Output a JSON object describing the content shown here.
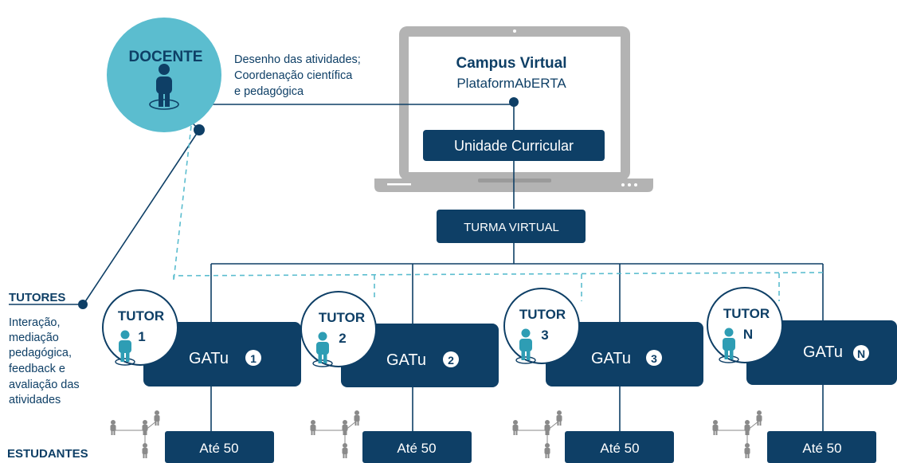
{
  "docente": {
    "label": "DOCENTE",
    "desc_lines": [
      "Desenho das atividades;",
      "Coordenação científica",
      "e pedagógica"
    ]
  },
  "campus": {
    "title": "Campus Virtual",
    "subtitle": "PlataformAbERTA",
    "unit": "Unidade Curricular"
  },
  "turma": "TURMA VIRTUAL",
  "tutores": {
    "heading": "TUTORES",
    "desc_lines": [
      "Interação,",
      "mediação",
      "pedagógica,",
      "feedback e",
      "avaliação das",
      "atividades"
    ]
  },
  "estudantes": {
    "heading": "ESTUDANTES"
  },
  "groups": [
    {
      "tutor_word": "TUTOR",
      "tutor_id": "1",
      "gatu": "GATu",
      "badge": "1",
      "count": "Até 50"
    },
    {
      "tutor_word": "TUTOR",
      "tutor_id": "2",
      "gatu": "GATu",
      "badge": "2",
      "count": "Até 50"
    },
    {
      "tutor_word": "TUTOR",
      "tutor_id": "3",
      "gatu": "GATu",
      "badge": "3",
      "count": "Até 50"
    },
    {
      "tutor_word": "TUTOR",
      "tutor_id": "N",
      "gatu": "GATu",
      "badge": "N",
      "count": "Até 50"
    }
  ],
  "colors": {
    "navy": "#0e3f66",
    "teal": "#5bbdcf",
    "teal_dark": "#2e9db4",
    "grey": "#8a8a8a",
    "laptop": "#b3b3b3"
  }
}
